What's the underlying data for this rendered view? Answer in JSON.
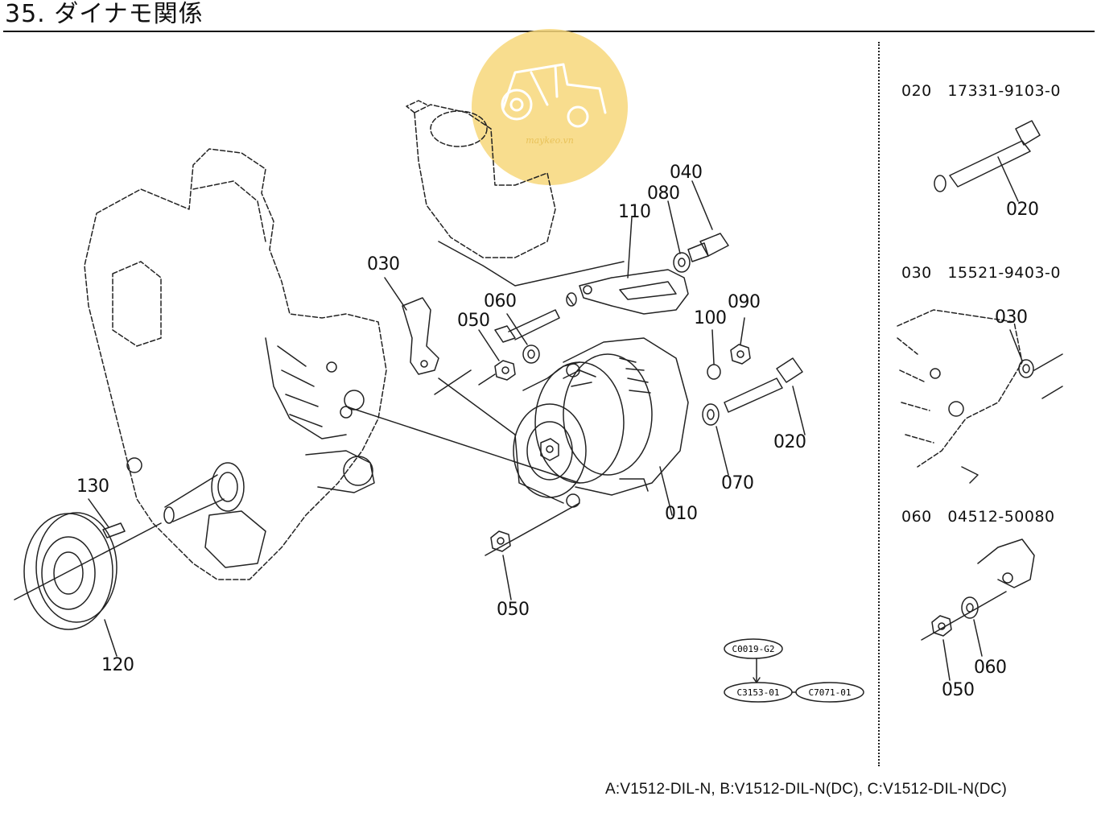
{
  "title": "35. ダイナモ関係",
  "callouts": {
    "c010": "010",
    "c020": "020",
    "c030": "030",
    "c040": "040",
    "c050a": "050",
    "c050b": "050",
    "c060": "060",
    "c070": "070",
    "c080": "080",
    "c090": "090",
    "c100": "100",
    "c110": "110",
    "c120": "120",
    "c130": "130"
  },
  "detail_panels": [
    {
      "number": "020",
      "part_no": "17331-9103-0",
      "callouts": [
        "020"
      ]
    },
    {
      "number": "030",
      "part_no": "15521-9403-0",
      "callouts": [
        "030"
      ]
    },
    {
      "number": "060",
      "part_no": "04512-50080",
      "callouts": [
        "060",
        "050"
      ]
    }
  ],
  "reference_codes": {
    "top": "C0019-G2",
    "bottom_left": "C3153-01",
    "bottom_right": "C7071-01"
  },
  "watermark": {
    "text": "maykeo.vn",
    "color": "#f7d77a"
  },
  "footer": "A:V1512-DIL-N, B:V1512-DIL-N(DC), C:V1512-DIL-N(DC)"
}
